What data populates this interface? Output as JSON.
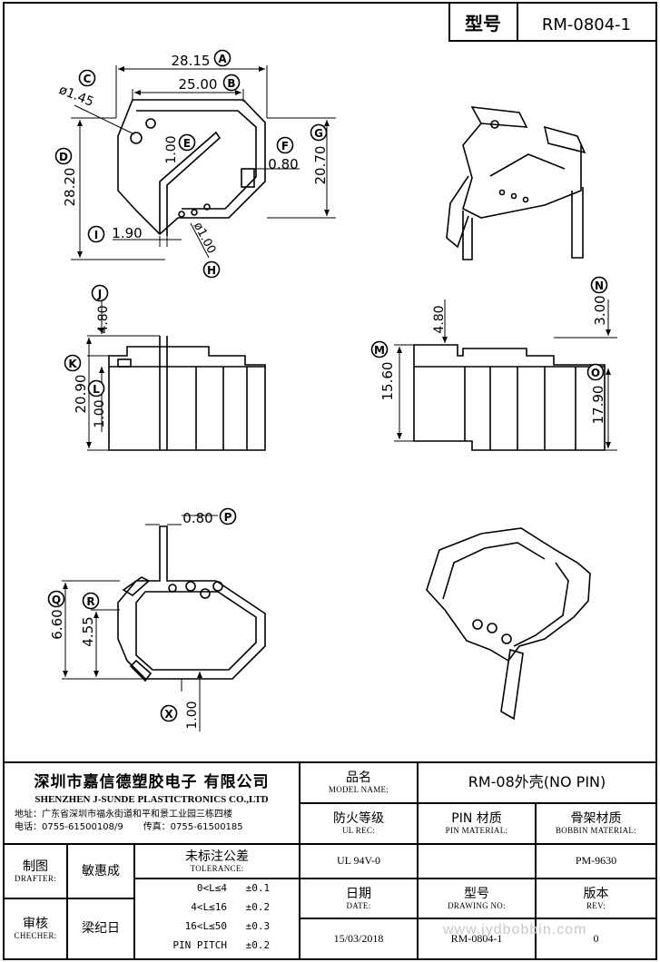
{
  "header": {
    "label": "型号",
    "value": "RM-0804-1"
  },
  "dimensions": {
    "A": {
      "letter": "A",
      "value": "28.15"
    },
    "B": {
      "letter": "B",
      "value": "25.00"
    },
    "C": {
      "letter": "C",
      "value": "ø1.45"
    },
    "D": {
      "letter": "D",
      "value": "28.20"
    },
    "E": {
      "letter": "E",
      "value": "1.00"
    },
    "F": {
      "letter": "F",
      "value": "0.80"
    },
    "G": {
      "letter": "G",
      "value": "20.70"
    },
    "H": {
      "letter": "H",
      "value": "ø1.00"
    },
    "I": {
      "letter": "I",
      "value": "1.90"
    },
    "J": {
      "letter": "J",
      "value": "4.80"
    },
    "K": {
      "letter": "K",
      "value": "20.90"
    },
    "L": {
      "letter": "L",
      "value": "1.00"
    },
    "M": {
      "letter": "M",
      "value": "15.60"
    },
    "M2": {
      "value": "4.80"
    },
    "N": {
      "letter": "N",
      "value": "3.00"
    },
    "O": {
      "letter": "O",
      "value": "17.90"
    },
    "P": {
      "letter": "P",
      "value": "0.80"
    },
    "Q": {
      "letter": "Q",
      "value": "6.60"
    },
    "R": {
      "letter": "R",
      "value": "4.55"
    },
    "X": {
      "letter": "X",
      "value": "1.00"
    }
  },
  "title_block": {
    "company_cn": "深圳市嘉信德塑胶电子 有限公司",
    "company_en": "SHENZHEN J-SUNDE PLASTICTRONICS CO.,LTD",
    "address": "地址：广东省深圳市福永街道和平和景工业园三栋四楼",
    "phone": "电话：0755-61500108/9",
    "fax": "传真：0755-61500185",
    "model_name_cn": "品名",
    "model_name_en": "MODEL NAME:",
    "model_name_value": "RM-08外壳(NO PIN)",
    "ul_cn": "防火等级",
    "ul_en": "UL REC:",
    "pin_cn": "PIN 材质",
    "pin_en": "PIN MATERIAL:",
    "bobbin_cn": "骨架材质",
    "bobbin_en": "BOBBIN MATERIAL:",
    "ul_value": "UL 94V-0",
    "pin_value": "",
    "bobbin_value": "PM-9630",
    "drafter_cn": "制图",
    "drafter_en": "DRAFTER:",
    "drafter_name": "敏惠成",
    "checker_cn": "审核",
    "checker_en": "CHECHER:",
    "checker_name": "梁纪日",
    "tolerance_cn": "未标注公差",
    "tolerance_en": "TOLERANCE:",
    "tolerances": [
      {
        "range": "0<L≤4",
        "value": "±0.1"
      },
      {
        "range": "4<L≤16",
        "value": "±0.2"
      },
      {
        "range": "16<L≤50",
        "value": "±0.3"
      },
      {
        "range": "PIN PITCH",
        "value": "±0.2"
      }
    ],
    "date_cn": "日期",
    "date_en": "DATE:",
    "date_value": "15/03/2018",
    "drawing_no_cn": "型号",
    "drawing_no_en": "DRAWING NO:",
    "drawing_no_value": "RM-0804-1",
    "rev_cn": "版本",
    "rev_en": "REV:",
    "rev_value": "0",
    "watermark": "www.jydbobbin.com"
  }
}
